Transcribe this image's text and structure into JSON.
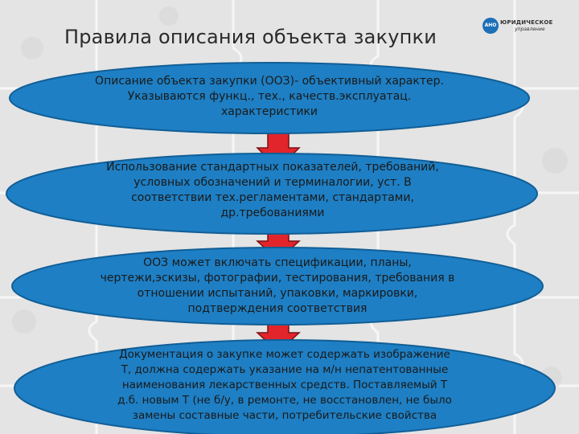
{
  "title": "Правила описания объекта закупки",
  "logo": {
    "badge": "АНО",
    "line1": "ЮРИДИЧЕСКОЕ",
    "line2": "управление"
  },
  "colors": {
    "ellipse_fill": "#1e7fc4",
    "ellipse_stroke": "#115e96",
    "arrow_fill": "#e2252b",
    "arrow_stroke": "#7a1014"
  },
  "nodes": [
    {
      "lines": [
        "Описание объекта закупки (ООЗ)- объективный характер.",
        "Указываются функц., тех., качеств.эксплуатац.",
        "характеристики"
      ]
    },
    {
      "lines": [
        "Использование стандартных показателей, требований,",
        "условных обозначений и терминалогии, уст. В",
        "соответствии тех.регламентами, стандартами,",
        "др.требованиями"
      ]
    },
    {
      "lines": [
        "ООЗ может включать спецификации, планы,",
        "чертежи,эскизы, фотографии, тестирования, требования в",
        "отношении испытаний, упаковки, маркировки,",
        "подтверждения соответствия"
      ]
    },
    {
      "lines": [
        "Документация о закупке может содержать изображение",
        "Т, должна содержать указание на м/н непатентованные",
        "наименования лекарственных средств. Поставляемый Т",
        "д.б. новым Т (не б/у, в ремонте, не восстановлен, не было",
        "замены составные части, потребительские свойства"
      ]
    }
  ]
}
